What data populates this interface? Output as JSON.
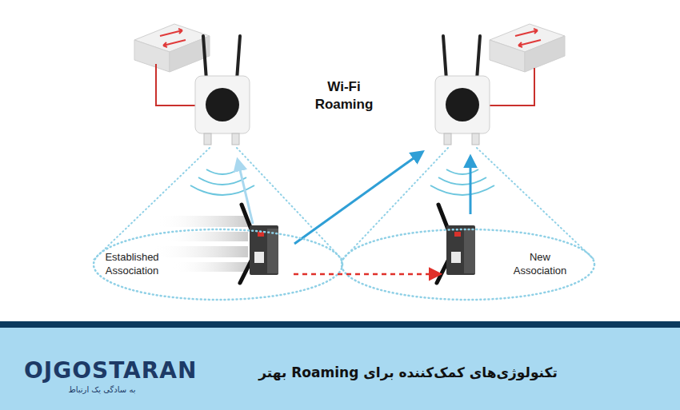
{
  "diagram": {
    "title": "Wi-Fi Roaming",
    "caption": "تکنولوژی‌های کمک‌کننده برای Roaming بهتر",
    "nodes": [
      {
        "text": [
          "Established Association"
        ]
      },
      {
        "text": [
          "New Association"
        ]
      }
    ],
    "edges": [
      {
        "from": 0,
        "to": 1,
        "arrow": "to"
      }
    ],
    "labels": [
      "OJGOSTARAN",
      "به سادگی یک ارتباط"
    ]
  }
}
